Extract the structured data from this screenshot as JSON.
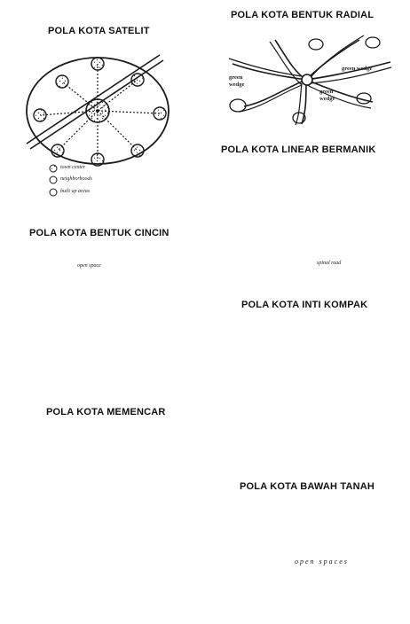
{
  "titles": {
    "satelit": "POLA KOTA SATELIT",
    "radial": "POLA KOTA BENTUK RADIAL",
    "linear": "POLA KOTA LINEAR BERMANIK",
    "cincin": "POLA KOTA BENTUK CINCIN",
    "kompak": "POLA KOTA INTI KOMPAK",
    "mencar": "POLA KOTA MEMENCAR",
    "bawah_tanah": "POLA KOTA BAWAH TANAH"
  },
  "labels": {
    "legend_town_center": "town center",
    "legend_neighborhoods": "neighborhoods",
    "legend_built_up": "built up areas",
    "green_wedge_1": "green wedge",
    "green_wedge_2": "green wedge",
    "green_wedge_3": "green wedge",
    "open_space_cincin": "open space",
    "spinal_road": "spinal road",
    "open_spaces_bawah": "open spaces"
  },
  "colors": {
    "ink": "#1a1a1a",
    "paper": "#ffffff"
  }
}
